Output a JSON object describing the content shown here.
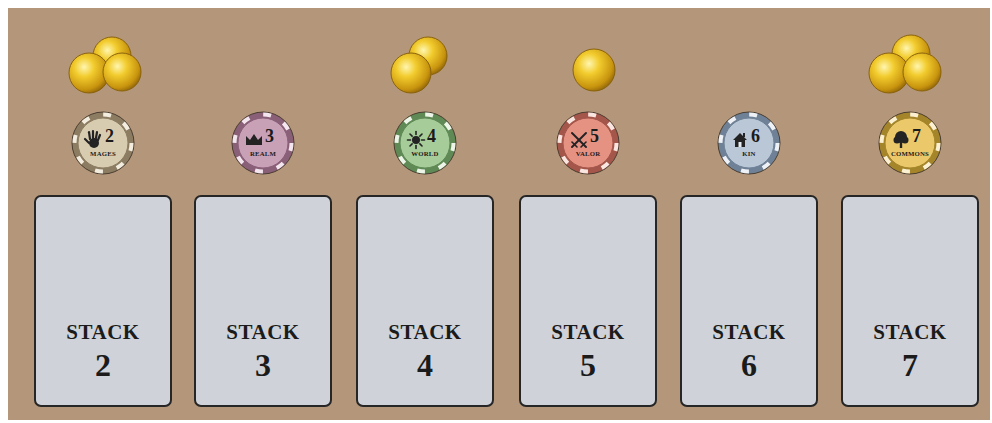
{
  "diagram": {
    "nodes": [
      {
        "text": [
          "2",
          "MAGES"
        ]
      },
      {
        "text": [
          "3",
          "REALM"
        ]
      },
      {
        "text": [
          "4",
          "WORLD"
        ]
      },
      {
        "text": [
          "5",
          "VALOR"
        ]
      },
      {
        "text": [
          "6",
          "KIN"
        ]
      },
      {
        "text": [
          "7",
          "COMMONS"
        ]
      },
      {
        "text": [
          "STACK",
          "2"
        ]
      },
      {
        "text": [
          "STACK",
          "3"
        ]
      },
      {
        "text": [
          "STACK",
          "4"
        ]
      },
      {
        "text": [
          "STACK",
          "5"
        ]
      },
      {
        "text": [
          "STACK",
          "6"
        ]
      },
      {
        "text": [
          "STACK",
          "7"
        ]
      }
    ]
  }
}
